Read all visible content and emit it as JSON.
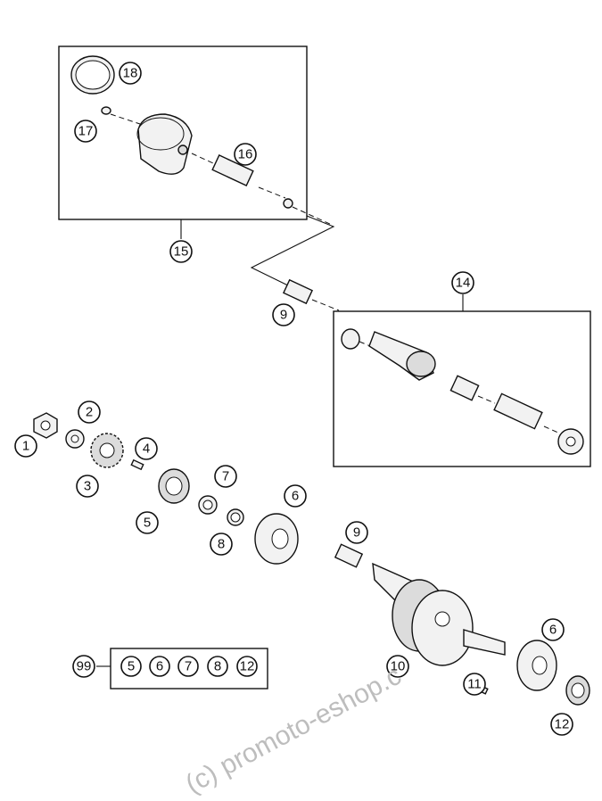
{
  "watermark": "(c) promoto-eshop.c",
  "callouts": {
    "c1": "1",
    "c2": "2",
    "c3": "3",
    "c4": "4",
    "c5a": "5",
    "c5b": "5",
    "c6a": "6",
    "c6b": "6",
    "c7": "7",
    "c8": "8",
    "c9a": "9",
    "c9b": "9",
    "c10": "10",
    "c11": "11",
    "c12": "12",
    "c14": "14",
    "c15": "15",
    "c16": "16",
    "c17": "17",
    "c18": "18",
    "c99": "99"
  },
  "kit_box": [
    "5",
    "6",
    "7",
    "8",
    "12"
  ]
}
